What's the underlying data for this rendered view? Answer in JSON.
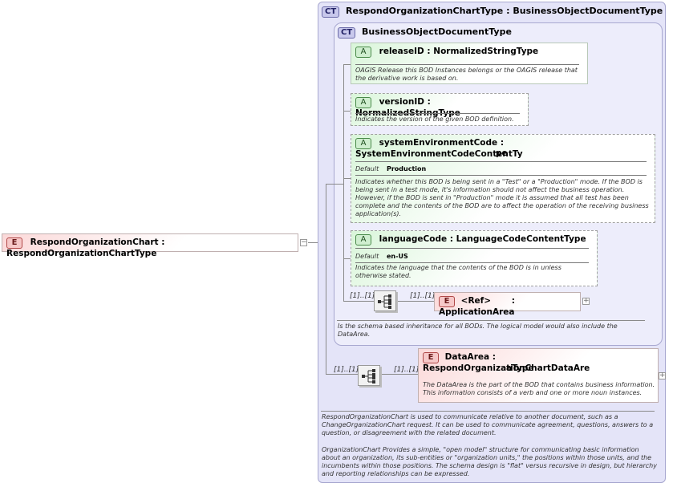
{
  "root_element": {
    "badge": "E",
    "name": "RespondOrganizationChart",
    "sep": ":",
    "type": "RespondOrganizationChartType"
  },
  "outer_type": {
    "badge": "CT",
    "name": "RespondOrganizationChartType",
    "sep": ":",
    "base": "BusinessObjectDocumentType",
    "doc1": "RespondOrganizationChart is used to communicate relative to another document, such as a ChangeOrganizationChart request. It can be used to communicate agreement, questions, answers to a question, or disagreement with the related document.",
    "doc2": "OrganizationChart  Provides a simple, \"open model\" structure for communicating basic information about an organization, its sub-entities or \"organization units,\" the positions within those units, and the incumbents within those positions. The schema design is \"flat\" versus recursive in design, but hierarchy and reporting relationships can be expressed."
  },
  "inner_type": {
    "badge": "CT",
    "name": "BusinessObjectDocumentType",
    "doc": "Is the schema based inheritance for all BODs. The logical model would also include the DataArea."
  },
  "attributes": [
    {
      "badge": "A",
      "name": "releaseID",
      "sep": ":",
      "type": "NormalizedStringType",
      "doc": "OAGIS Release this BOD Instances belongs or the OAGIS release that the derivative work is based on."
    },
    {
      "badge": "A",
      "name": "versionID",
      "sep": ":",
      "type": "NormalizedStringType",
      "doc": "Indicates the version of the given BOD definition."
    },
    {
      "badge": "A",
      "name": "systemEnvironmentCode",
      "sep": ":",
      "type_line1": "SystemEnvironmentCodeContentTy",
      "type_line2": "pe",
      "default_label": "Default",
      "default_value": "Production",
      "doc": "Indicates whether this BOD is being sent in a \"Test\" or a \"Production\" mode. If the BOD is being sent in a test mode, it's information should not affect the business operation. However, if the BOD is sent in \"Production\" mode it is assumed that all test has been complete and the contents of the BOD are to affect the operation of the receiving business application(s)."
    },
    {
      "badge": "A",
      "name": "languageCode",
      "sep": ":",
      "type": "LanguageCodeContentType",
      "default_label": "Default",
      "default_value": "en-US",
      "doc": "Indicates the language that the contents of the BOD is in unless otherwise stated."
    }
  ],
  "application_area": {
    "card_in": "[1]..[1]",
    "card_out": "[1]..[1]",
    "badge": "E",
    "ref": "<Ref>",
    "sep": ":",
    "name": "ApplicationArea"
  },
  "data_area": {
    "card_in": "[1]..[1]",
    "card_out": "[1]..[1]",
    "badge": "E",
    "name": "DataArea",
    "sep": ":",
    "type_line1": "RespondOrganizationChartDataAre",
    "type_line2": "aType",
    "doc": "The DataArea is the part of the BOD that contains business information. This information consists of a verb and one or more noun instances."
  },
  "colors": {
    "complex_type_bg": "#e4e4f8",
    "attribute_badge": "#cfeecf",
    "element_badge": "#f6c8c8"
  }
}
